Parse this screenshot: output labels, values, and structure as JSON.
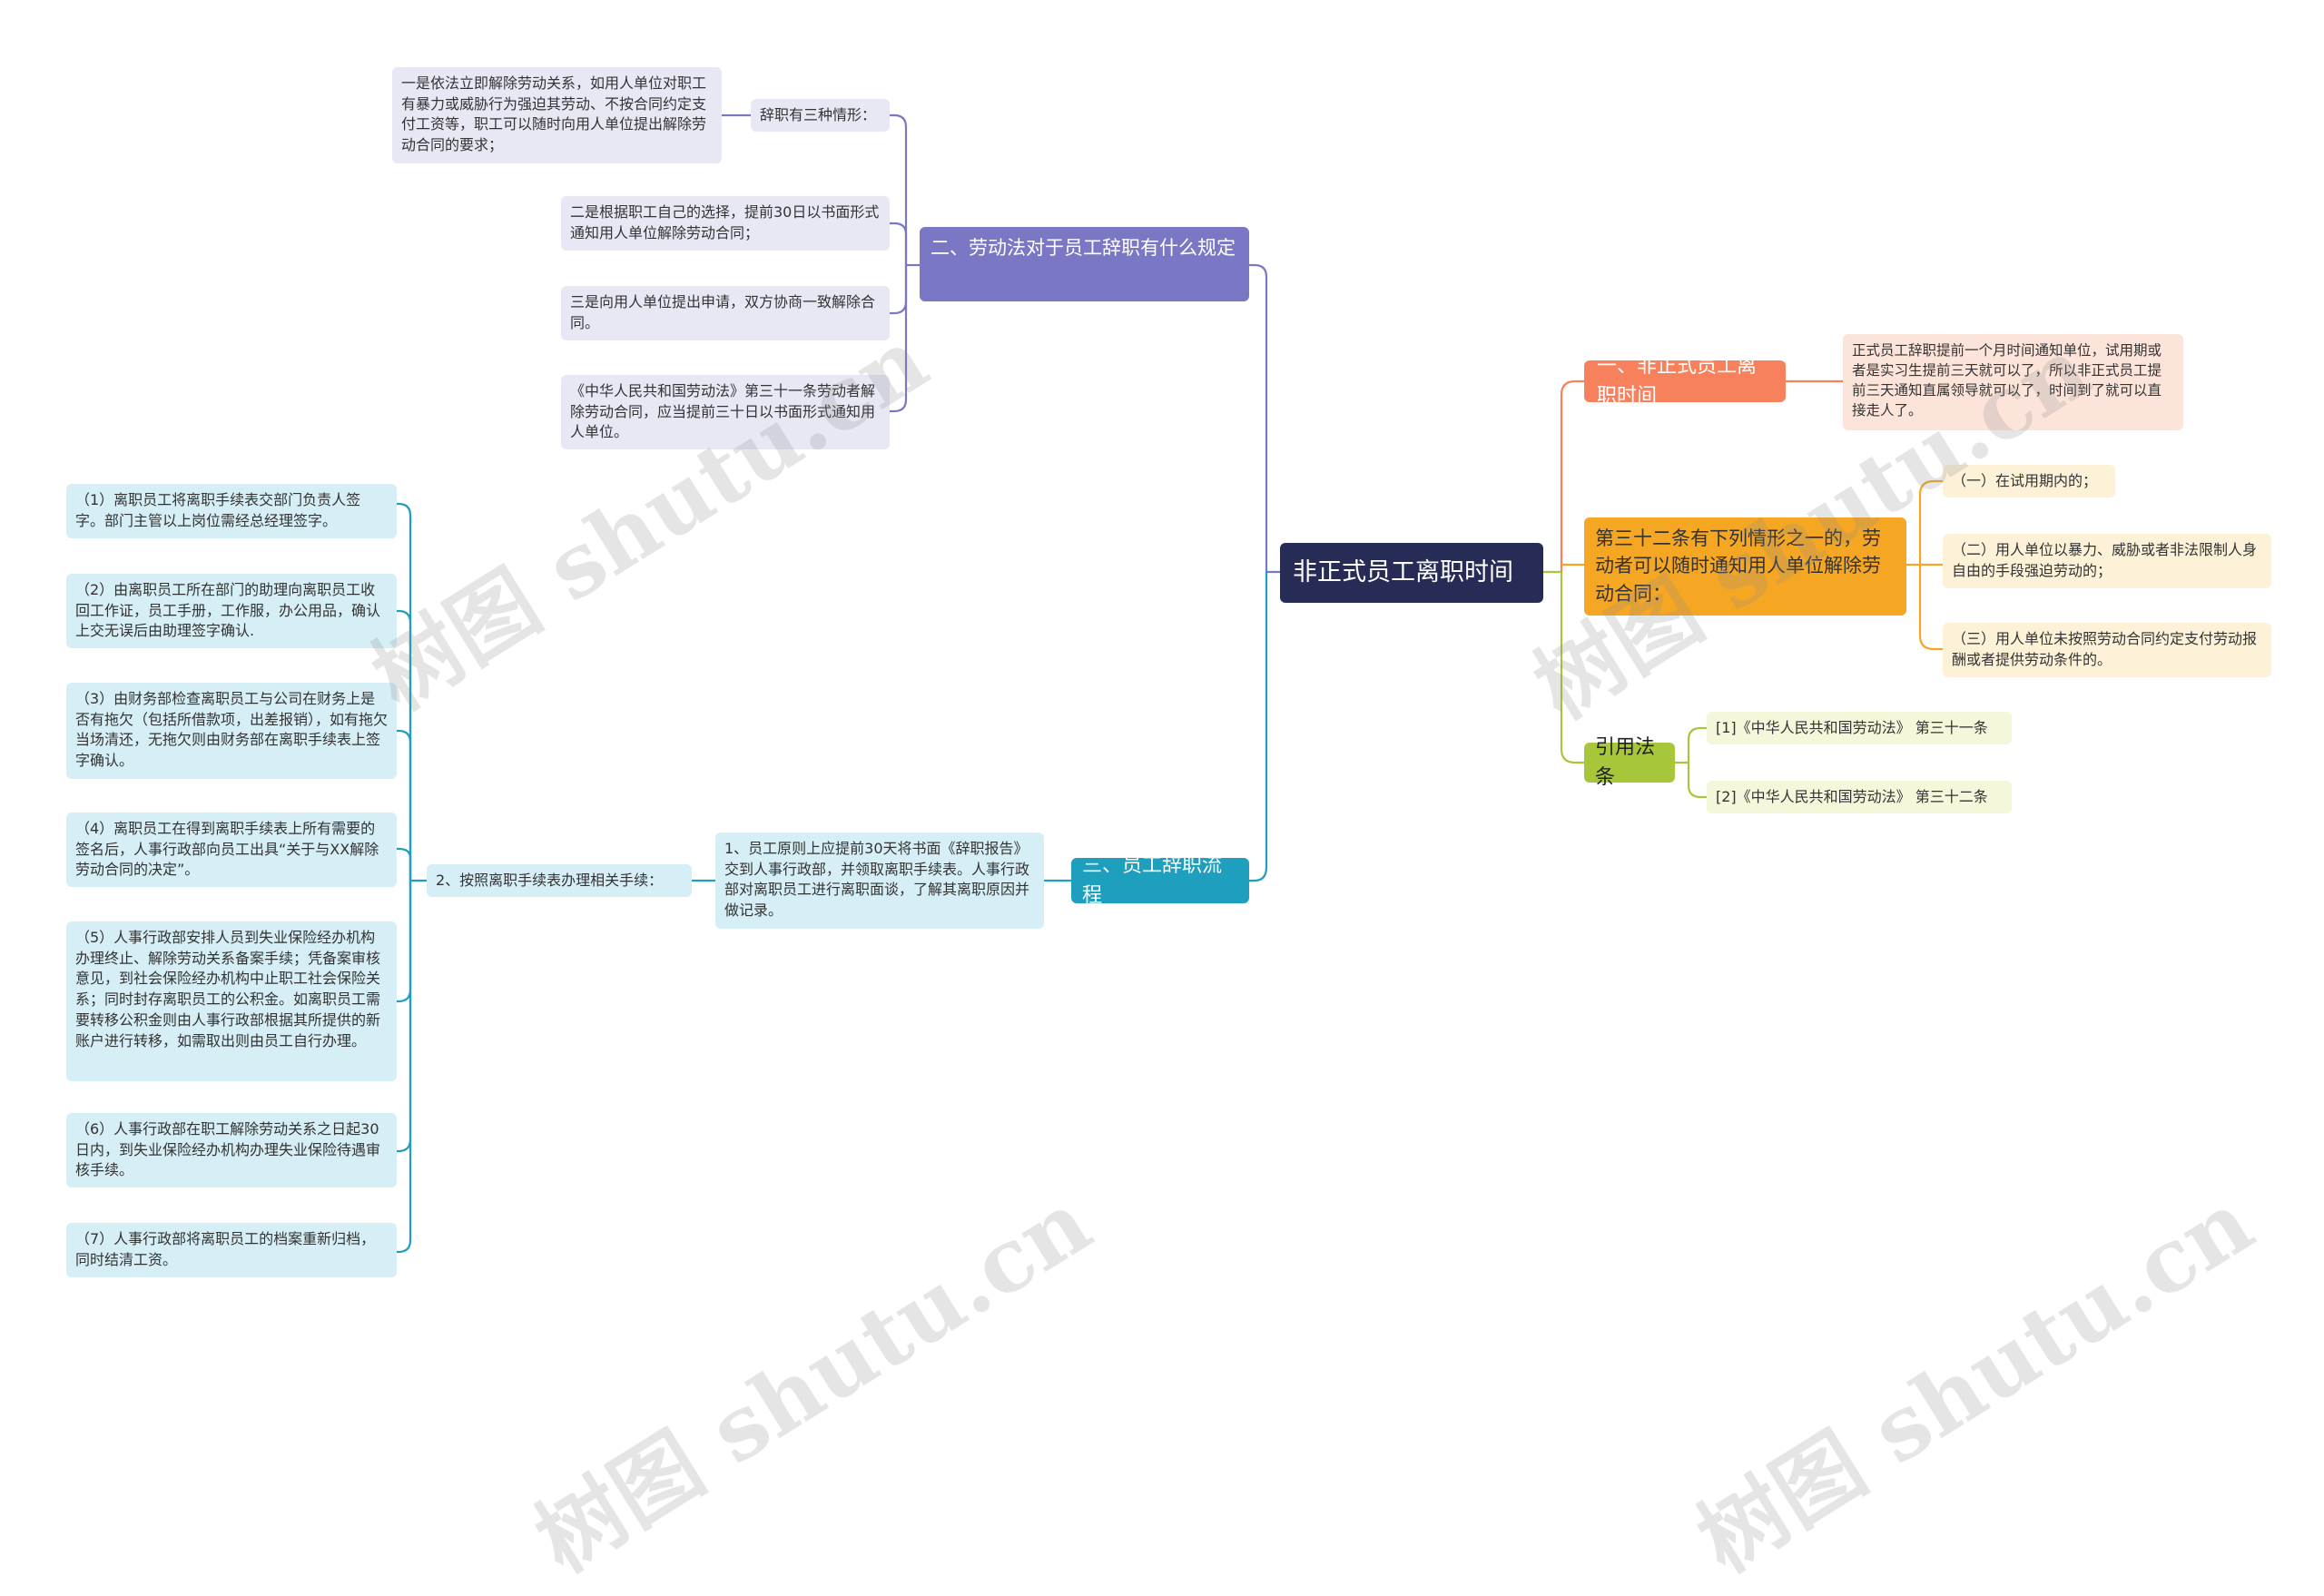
{
  "root": "非正式员工离职时间",
  "right": {
    "branch1": {
      "label": "一、非正式员工离职时间",
      "leaf": "正式员工辞职提前一个月时间通知单位，试用期或者是实习生提前三天就可以了，所以非正式员工提前三天通知直属领导就可以了，时间到了就可以直接走人了。"
    },
    "branch2": {
      "label": "第三十二条有下列情形之一的，劳动者可以随时通知用人单位解除劳动合同：",
      "items": [
        "（一）在试用期内的；",
        "（二）用人单位以暴力、威胁或者非法限制人身自由的手段强迫劳动的；",
        "（三）用人单位未按照劳动合同约定支付劳动报酬或者提供劳动条件的。"
      ]
    },
    "branch3": {
      "label": "引用法条",
      "items": [
        "[1]《中华人民共和国劳动法》 第三十一条",
        "[2]《中华人民共和国劳动法》 第三十二条"
      ]
    }
  },
  "left": {
    "branch4": {
      "label": "二、劳动法对于员工辞职有什么规定",
      "sub_label": "辞职有三种情形：",
      "sub_leaf": "一是依法立即解除劳动关系，如用人单位对职工有暴力或威胁行为强迫其劳动、不按合同约定支付工资等，职工可以随时向用人单位提出解除劳动合同的要求；",
      "items": [
        "二是根据职工自己的选择，提前30日以书面形式通知用人单位解除劳动合同；",
        "三是向用人单位提出申请，双方协商一致解除合同。",
        "《中华人民共和国劳动法》第三十一条劳动者解除劳动合同，应当提前三十日以书面形式通知用人单位。"
      ]
    },
    "branch5": {
      "label": "三、员工辞职流程",
      "step1": "1、员工原则上应提前30天将书面《辞职报告》交到人事行政部，并领取离职手续表。人事行政部对离职员工进行离职面谈，了解其离职原因并做记录。",
      "step2": "2、按照离职手续表办理相关手续：",
      "steps": [
        "（1）离职员工将离职手续表交部门负责人签字。部门主管以上岗位需经总经理签字。",
        "（2）由离职员工所在部门的助理向离职员工收回工作证，员工手册，工作服，办公用品，确认上交无误后由助理签字确认.",
        "（3）由财务部检查离职员工与公司在财务上是否有拖欠（包括所借款项，出差报销），如有拖欠当场清还，无拖欠则由财务部在离职手续表上签字确认。",
        "（4）离职员工在得到离职手续表上所有需要的签名后，人事行政部向员工出具“关于与XX解除劳动合同的决定”。",
        "（5）人事行政部安排人员到失业保险经办机构办理终止、解除劳动关系备案手续；凭备案审核意见，到社会保险经办机构中止职工社会保险关系；同时封存离职员工的公积金。如离职员工需要转移公积金则由人事行政部根据其所提供的新账户进行转移，如需取出则由员工自行办理。",
        "（6）人事行政部在职工解除劳动关系之日起30日内，到失业保险经办机构办理失业保险待遇审核手续。",
        "（7）人事行政部将离职员工的档案重新归档，同时结清工资。"
      ]
    }
  },
  "watermark": "树图 shutu.cn",
  "colors": {
    "root": "#262c55",
    "branch1": "#f7815c",
    "branch2": "#f5a623",
    "branch3": "#a7c63a",
    "branch4": "#7a78c4",
    "branch5": "#1e9fbd"
  }
}
